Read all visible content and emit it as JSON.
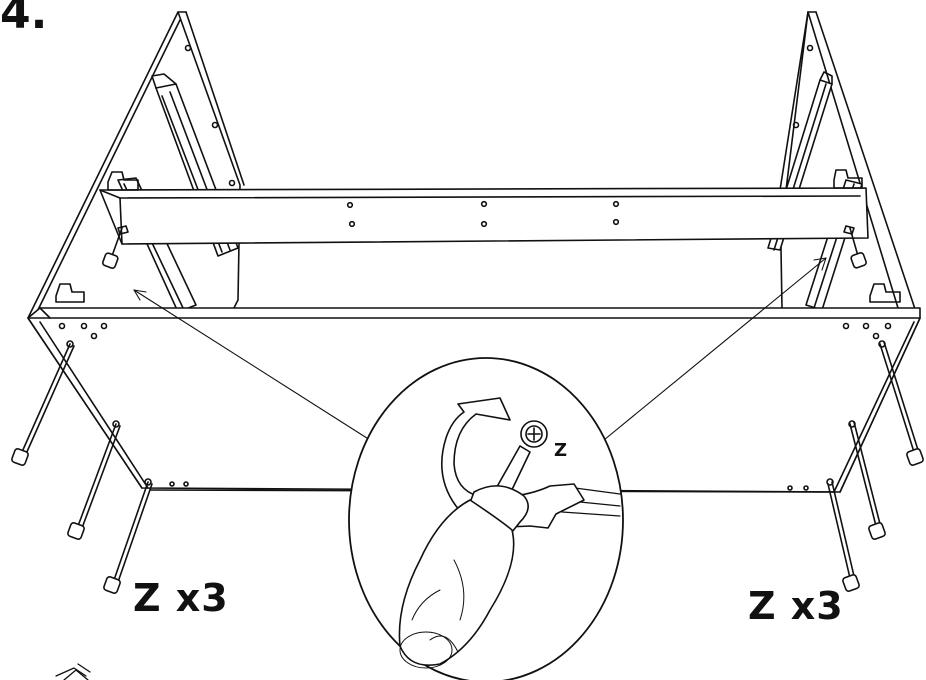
{
  "step": {
    "number": "4."
  },
  "labels": {
    "qty_left": "Z x3",
    "qty_right": "Z x3",
    "detail_part": "Z"
  },
  "icons": {
    "warning": "warning-triangle-icon",
    "screw": "cross-head-screw-icon",
    "screwdriver": "screwdriver-icon",
    "rotate": "clockwise-arrow-icon"
  },
  "colors": {
    "line": "#111111",
    "background": "#ffffff"
  }
}
